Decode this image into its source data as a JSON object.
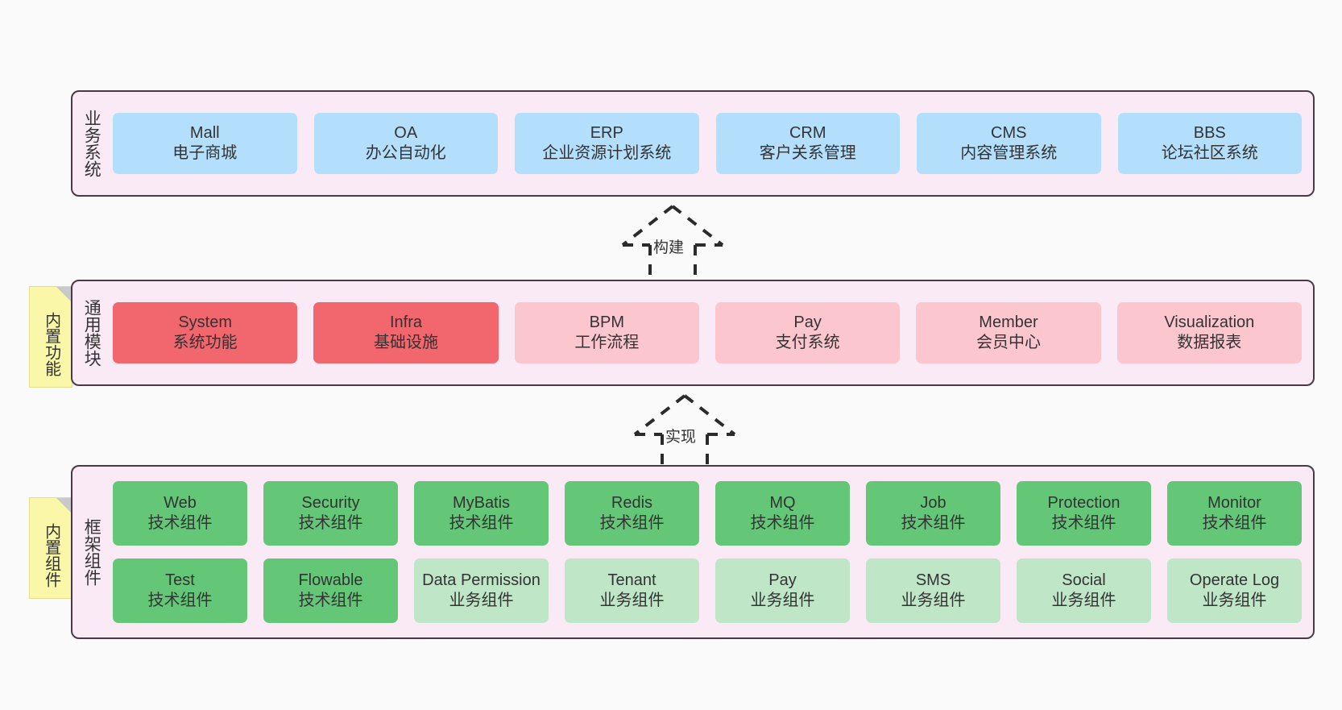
{
  "diagram": {
    "background_color": "#fafafa",
    "layer_bg_color": "#f9eaf5",
    "layer_border_color": "#4a3a46",
    "note_color": "#fbf7a8",
    "colors": {
      "blue": "#b3dffc",
      "red_strong": "#f2666e",
      "red_soft": "#fcc6ce",
      "green_strong": "#63c777",
      "green_soft": "#bfe6c7"
    }
  },
  "business_layer": {
    "title": "业务系统",
    "items": [
      {
        "name": "Mall",
        "desc": "电子商城",
        "style": "blue"
      },
      {
        "name": "OA",
        "desc": "办公自动化",
        "style": "blue"
      },
      {
        "name": "ERP",
        "desc": "企业资源计划系统",
        "style": "blue"
      },
      {
        "name": "CRM",
        "desc": "客户关系管理",
        "style": "blue"
      },
      {
        "name": "CMS",
        "desc": "内容管理系统",
        "style": "blue"
      },
      {
        "name": "BBS",
        "desc": "论坛社区系统",
        "style": "blue"
      }
    ]
  },
  "arrow_build": {
    "label": "构建"
  },
  "common_layer": {
    "title": "通用模块",
    "note": "内置功能",
    "items": [
      {
        "name": "System",
        "desc": "系统功能",
        "style": "red-strong"
      },
      {
        "name": "Infra",
        "desc": "基础设施",
        "style": "red-strong"
      },
      {
        "name": "BPM",
        "desc": "工作流程",
        "style": "red-soft"
      },
      {
        "name": "Pay",
        "desc": "支付系统",
        "style": "red-soft"
      },
      {
        "name": "Member",
        "desc": "会员中心",
        "style": "red-soft"
      },
      {
        "name": "Visualization",
        "desc": "数据报表",
        "style": "red-soft"
      }
    ]
  },
  "arrow_impl": {
    "label": "实现"
  },
  "framework_layer": {
    "title": "框架组件",
    "note": "内置组件",
    "row1": [
      {
        "name": "Web",
        "desc": "技术组件",
        "style": "green-strong"
      },
      {
        "name": "Security",
        "desc": "技术组件",
        "style": "green-strong"
      },
      {
        "name": "MyBatis",
        "desc": "技术组件",
        "style": "green-strong"
      },
      {
        "name": "Redis",
        "desc": "技术组件",
        "style": "green-strong"
      },
      {
        "name": "MQ",
        "desc": "技术组件",
        "style": "green-strong"
      },
      {
        "name": "Job",
        "desc": "技术组件",
        "style": "green-strong"
      },
      {
        "name": "Protection",
        "desc": "技术组件",
        "style": "green-strong"
      },
      {
        "name": "Monitor",
        "desc": "技术组件",
        "style": "green-strong"
      }
    ],
    "row2": [
      {
        "name": "Test",
        "desc": "技术组件",
        "style": "green-strong"
      },
      {
        "name": "Flowable",
        "desc": "技术组件",
        "style": "green-strong"
      },
      {
        "name": "Data Permission",
        "desc": "业务组件",
        "style": "green-soft"
      },
      {
        "name": "Tenant",
        "desc": "业务组件",
        "style": "green-soft"
      },
      {
        "name": "Pay",
        "desc": "业务组件",
        "style": "green-soft"
      },
      {
        "name": "SMS",
        "desc": "业务组件",
        "style": "green-soft"
      },
      {
        "name": "Social",
        "desc": "业务组件",
        "style": "green-soft"
      },
      {
        "name": "Operate Log",
        "desc": "业务组件",
        "style": "green-soft"
      }
    ]
  }
}
